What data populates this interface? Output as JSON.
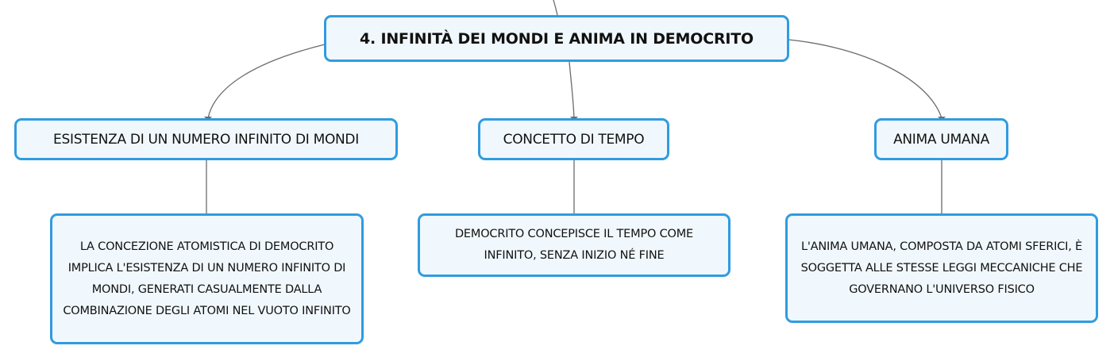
{
  "map": {
    "central_topic": "4. INFINITÀ DEI MONDI E ANIMA IN DEMOCRITO",
    "topics": [
      {
        "label": "ESISTENZA DI UN NUMERO INFINITO DI MONDI",
        "detail": "LA CONCEZIONE ATOMISTICA DI DEMOCRITO IMPLICA L'ESISTENZA DI UN NUMERO INFINITO DI MONDI, GENERATI CASUALMENTE DALLA COMBINAZIONE DEGLI ATOMI NEL VUOTO INFINITO"
      },
      {
        "label": "CONCETTO DI TEMPO",
        "detail": "DEMOCRITO CONCEPISCE IL TEMPO COME INFINITO, SENZA INIZIO NÉ FINE"
      },
      {
        "label": "ANIMA UMANA",
        "detail": "L'ANIMA UMANA, COMPOSTA DA ATOMI SFERICI, È SOGGETTA ALLE STESSE LEGGI MECCANICHE CHE GOVERNANO L'UNIVERSO FISICO"
      }
    ]
  },
  "colors": {
    "node_border": "#2f9ce0",
    "node_fill": "#f1f8fd",
    "connector": "#6b6b6b",
    "text": "#111111"
  }
}
